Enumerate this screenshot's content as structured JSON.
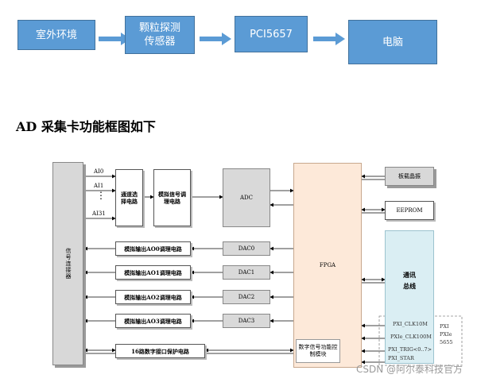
{
  "flow": {
    "boxes": [
      "室外环境",
      "颗粒探测\n传感器",
      "PCI5657",
      "电脑"
    ]
  },
  "section_title": "AD 采集卡功能框图如下",
  "diagram": {
    "connector": "信号连接器",
    "ai_labels": [
      "AI0",
      "AI1",
      "AI31"
    ],
    "ai_dots": "⋮",
    "channel_select": "通道选择电路",
    "analog_cond": "模拟信号调理电路",
    "adc": "ADC",
    "fpga": "FPGA",
    "digital_ctrl": "数字信号功能控制模块",
    "board_temp": "板载晶振",
    "eeprom": "EEPROM",
    "comm_bus": "通讯总线",
    "dac_rows": [
      {
        "cond": "模拟输出AO0调理电路",
        "dac": "DAC0"
      },
      {
        "cond": "模拟输出AO1调理电路",
        "dac": "DAC1"
      },
      {
        "cond": "模拟输出AO2调理电路",
        "dac": "DAC2"
      },
      {
        "cond": "模拟输出AO3调理电路",
        "dac": "DAC3"
      }
    ],
    "digital_protect": "16路数字接口保护电路",
    "pxi_signals": [
      "PXI_CLK10M",
      "PXIe_CLK100M",
      "PXI_TRIG<0..7>",
      "PXI_STAR"
    ],
    "pxi_side": "PXI\nPXIe\n5655"
  },
  "watermark": "CSDN @阿尔泰科技官方"
}
